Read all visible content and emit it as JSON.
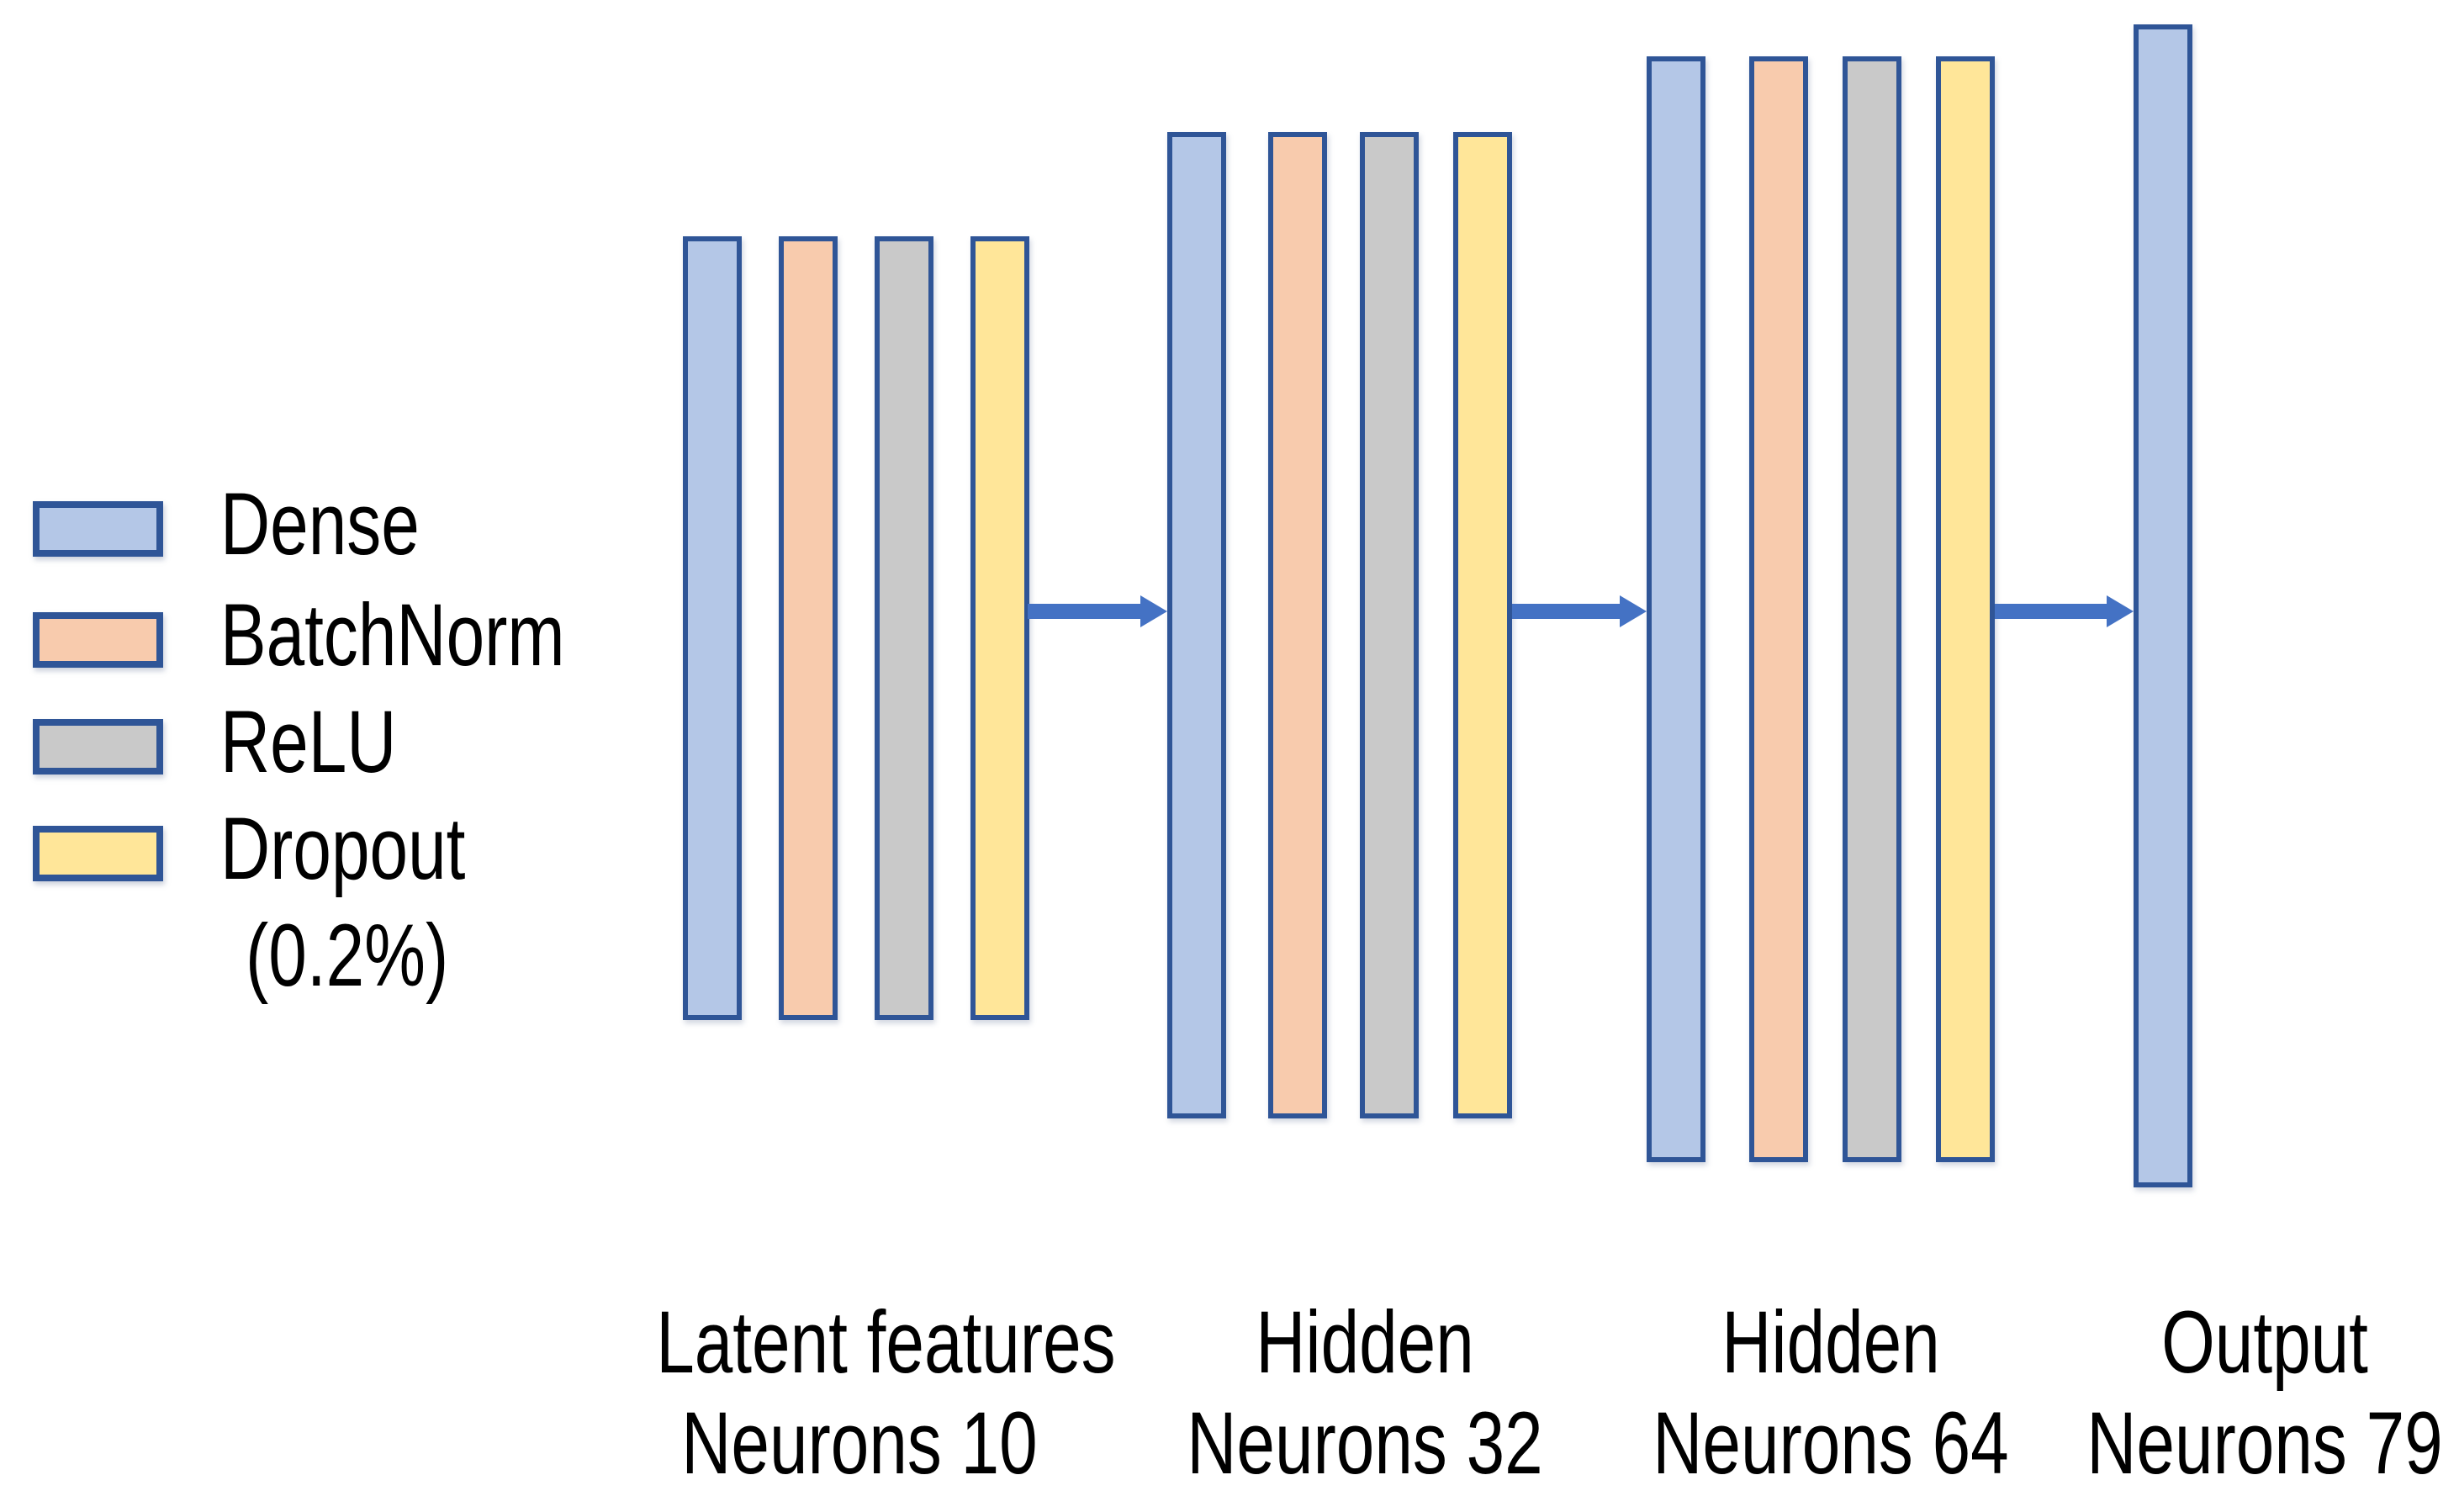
{
  "colors": {
    "background": "#FFFFFF",
    "text": "#000000",
    "dense_fill": "#B4C7E7",
    "batchnorm_fill": "#F8CBAD",
    "relu_fill": "#C9C9C9",
    "dropout_fill": "#FFE699",
    "outline": "#2F5597",
    "arrow": "#4472C4"
  },
  "legend": {
    "items": [
      {
        "type": "dense",
        "label": "Dense"
      },
      {
        "type": "batchnorm",
        "label": "BatchNorm"
      },
      {
        "type": "relu",
        "label": "ReLU"
      },
      {
        "type": "dropout",
        "label": "Dropout",
        "sublabel": "(0.2%)"
      }
    ]
  },
  "groups": [
    {
      "id": "latent-features",
      "label_line1": "Latent features",
      "label_line2": "Neurons 10",
      "layers": [
        "dense",
        "batchnorm",
        "relu",
        "dropout"
      ]
    },
    {
      "id": "hidden-1",
      "label_line1": "Hidden",
      "label_line2": "Neurons 32",
      "layers": [
        "dense",
        "batchnorm",
        "relu",
        "dropout"
      ]
    },
    {
      "id": "hidden-2",
      "label_line1": "Hidden",
      "label_line2": "Neurons 64",
      "layers": [
        "dense",
        "batchnorm",
        "relu",
        "dropout"
      ]
    },
    {
      "id": "output",
      "label_line1": "Output",
      "label_line2": "Neurons 79",
      "layers": [
        "dense"
      ]
    }
  ]
}
